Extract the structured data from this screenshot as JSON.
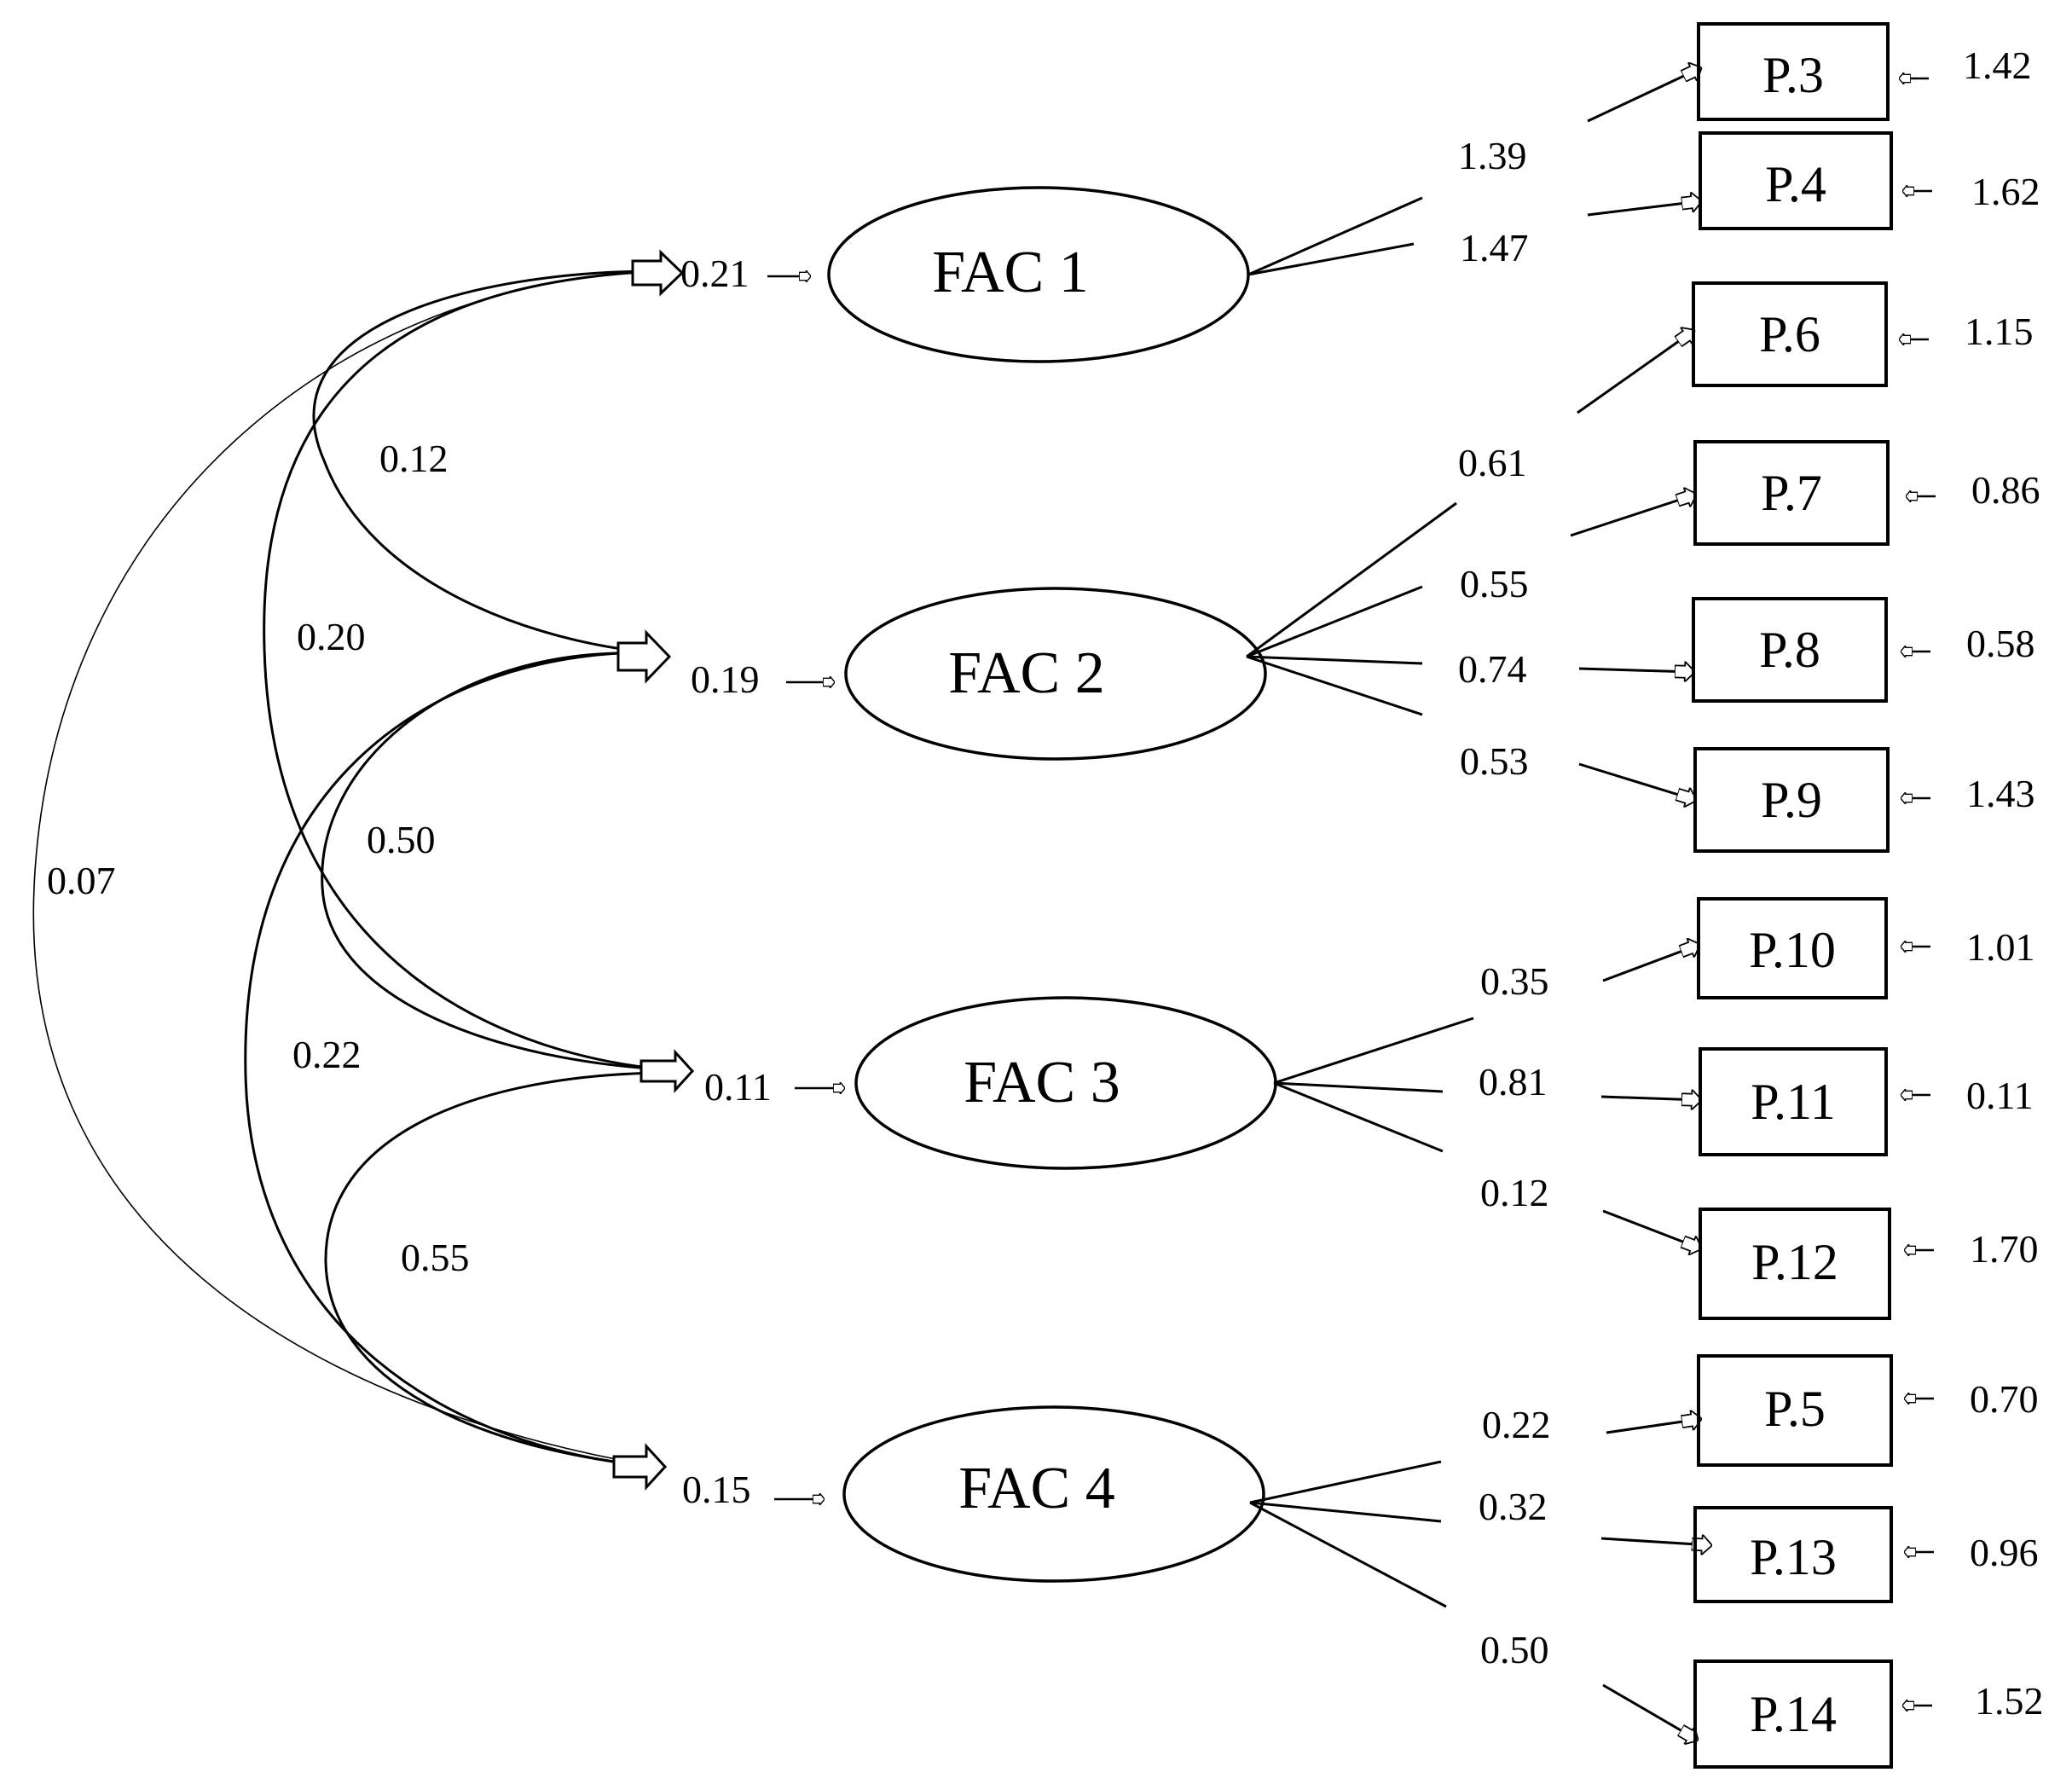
{
  "factors": [
    {
      "id": "fac1",
      "label": "FAC 1",
      "variance": "0.21"
    },
    {
      "id": "fac2",
      "label": "FAC 2",
      "variance": "0.19"
    },
    {
      "id": "fac3",
      "label": "FAC 3",
      "variance": "0.11"
    },
    {
      "id": "fac4",
      "label": "FAC 4",
      "variance": "0.15"
    }
  ],
  "covariances": [
    {
      "id": "f1-f2",
      "value": "0.12"
    },
    {
      "id": "f1-f3",
      "value": "0.20"
    },
    {
      "id": "f2-f3",
      "value": "0.50"
    },
    {
      "id": "f2-f4",
      "value": "0.22"
    },
    {
      "id": "f3-f4",
      "value": "0.55"
    },
    {
      "id": "f1-f4",
      "value": "0.07"
    }
  ],
  "indicators": [
    {
      "id": "p3",
      "label": "P.3",
      "factor": "fac1",
      "loading": "1.39",
      "error": "1.42"
    },
    {
      "id": "p4",
      "label": "P.4",
      "factor": "fac1",
      "loading": "1.47",
      "error": "1.62"
    },
    {
      "id": "p6",
      "label": "P.6",
      "factor": "fac2",
      "loading": "0.61",
      "error": "1.15"
    },
    {
      "id": "p7",
      "label": "P.7",
      "factor": "fac2",
      "loading": "0.55",
      "error": "0.86"
    },
    {
      "id": "p8",
      "label": "P.8",
      "factor": "fac2",
      "loading": "0.74",
      "error": "0.58"
    },
    {
      "id": "p9",
      "label": "P.9",
      "factor": "fac2",
      "loading": "0.53",
      "error": "1.43"
    },
    {
      "id": "p10",
      "label": "P.10",
      "factor": "fac3",
      "loading": "0.35",
      "error": "1.01"
    },
    {
      "id": "p11",
      "label": "P.11",
      "factor": "fac3",
      "loading": "0.81",
      "error": "0.11"
    },
    {
      "id": "p12",
      "label": "P.12",
      "factor": "fac3",
      "loading": "0.12",
      "error": "1.70"
    },
    {
      "id": "p5",
      "label": "P.5",
      "factor": "fac4",
      "loading": "0.22",
      "error": "0.70"
    },
    {
      "id": "p13",
      "label": "P.13",
      "factor": "fac4",
      "loading": "0.32",
      "error": "0.96"
    },
    {
      "id": "p14",
      "label": "P.14",
      "factor": "fac4",
      "loading": "0.50",
      "error": "1.52"
    }
  ]
}
